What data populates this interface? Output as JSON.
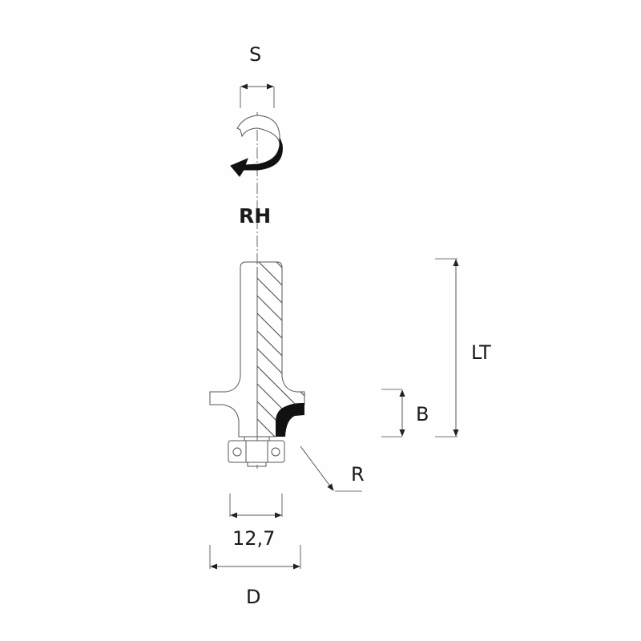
{
  "diagram": {
    "type": "router-bit-technical-drawing",
    "rotation_label": "RH",
    "rotation_icon": "clockwise-rotation-arrow-icon",
    "dimensions": {
      "top_width": "S",
      "overall_length": "LT",
      "cutting_height": "B",
      "radius": "R",
      "shank_diameter": "12,7",
      "cutting_diameter": "D"
    },
    "colors": {
      "line": "#333333",
      "fill_dark": "#111111",
      "background": "#fefefe"
    }
  }
}
